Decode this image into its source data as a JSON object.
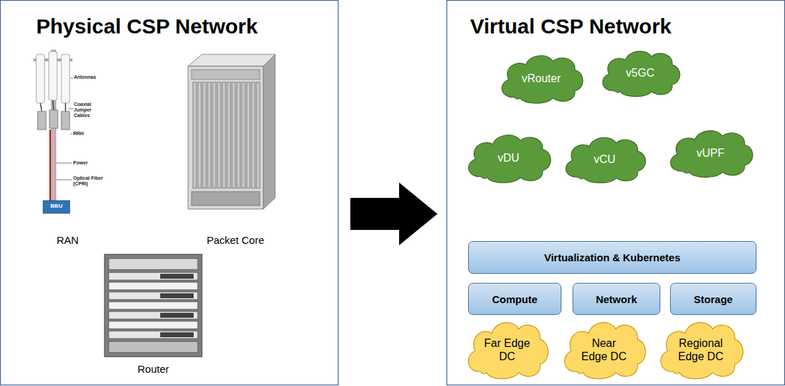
{
  "diagram": {
    "nodes": [
      {
        "text": [
          "Physical CSP Network"
        ]
      },
      {
        "text": [
          "Virtual CSP Network"
        ]
      },
      {
        "text": [
          "vRouter"
        ],
        "in": 1
      },
      {
        "text": [
          "v5GC"
        ],
        "in": 1
      },
      {
        "text": [
          "vDU"
        ],
        "in": 1
      },
      {
        "text": [
          "vCU"
        ],
        "in": 1
      },
      {
        "text": [
          "vUPF"
        ],
        "in": 1
      },
      {
        "text": [
          "Virtualization & Kubernetes"
        ],
        "in": 1
      },
      {
        "text": [
          "Compute"
        ],
        "in": 1
      },
      {
        "text": [
          "Network"
        ],
        "in": 1
      },
      {
        "text": [
          "Storage"
        ],
        "in": 1
      },
      {
        "text": [
          "Far Edge DC"
        ],
        "in": 1
      },
      {
        "text": [
          "Near Edge DC"
        ],
        "in": 1
      },
      {
        "text": [
          "Regional Edge DC"
        ],
        "in": 1
      }
    ],
    "edges": [
      {
        "from": 0,
        "to": 1,
        "arrow": "to"
      }
    ],
    "labels": [
      "Antennas",
      "Coaxial Jumper Cables",
      "RRH",
      "Power",
      "Optical Fiber (CPRI)",
      "BBU",
      "RAN",
      "Packet Core",
      "Router"
    ]
  }
}
